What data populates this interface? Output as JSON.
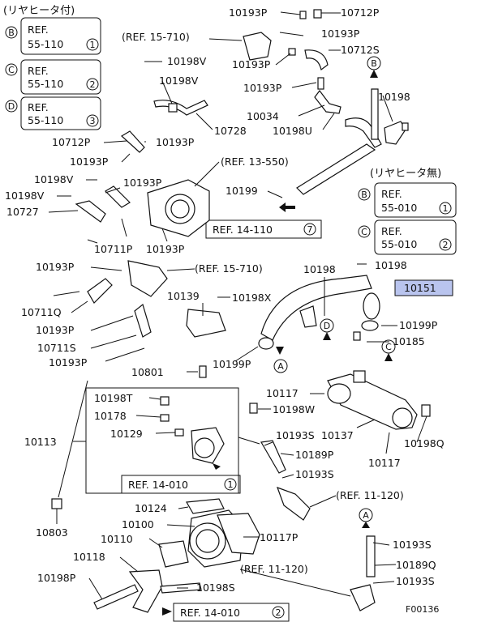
{
  "headers": [
    {
      "id": "rear-heater-with",
      "text": "(リヤヒータ付)"
    },
    {
      "id": "rear-heater-without",
      "text": "(リヤヒータ無)"
    }
  ],
  "ref_boxes": [
    {
      "id": "rb-b-110",
      "circle": "B",
      "line1": "REF.",
      "line2": "55-110",
      "num": "1"
    },
    {
      "id": "rb-c-110",
      "circle": "C",
      "line1": "REF.",
      "line2": "55-110",
      "num": "2"
    },
    {
      "id": "rb-d-110",
      "circle": "D",
      "line1": "REF.",
      "line2": "55-110",
      "num": "3"
    },
    {
      "id": "rb-b-010",
      "circle": "B",
      "line1": "REF.",
      "line2": "55-010",
      "num": "1"
    },
    {
      "id": "rb-c-010",
      "circle": "C",
      "line1": "REF.",
      "line2": "55-010",
      "num": "2"
    }
  ],
  "inline_refs": [
    {
      "id": "ref-14-110",
      "text": "REF. 14-110",
      "num": "7"
    },
    {
      "id": "ref-14-010-1",
      "text": "REF. 14-010",
      "num": "1"
    },
    {
      "id": "ref-14-010-2",
      "text": "REF. 14-010",
      "num": "2"
    }
  ],
  "paren_refs": [
    {
      "id": "pref-15-710-top",
      "text": "(REF. 15-710)"
    },
    {
      "id": "pref-13-550",
      "text": "(REF. 13-550)"
    },
    {
      "id": "pref-15-710-mid",
      "text": "(REF. 15-710)"
    },
    {
      "id": "pref-11-120-right",
      "text": "(REF. 11-120)"
    },
    {
      "id": "pref-11-120-bottom",
      "text": "(REF. 11-120)"
    }
  ],
  "part_labels": [
    "10193P",
    "10712P",
    "10193P",
    "10712S",
    "10198V",
    "10198V",
    "10193P",
    "10034",
    "10198U",
    "10198",
    "10728",
    "10712P",
    "10193P",
    "10193P",
    "10198V",
    "10193P",
    "10198V",
    "10727",
    "10199",
    "10711P",
    "10193P",
    "10193P",
    "10198",
    "10198",
    "10193P",
    "10711Q",
    "10193P",
    "10139",
    "10198X",
    "10199P",
    "10185",
    "10711S",
    "10193P",
    "10199P",
    "10801",
    "10117",
    "10198T",
    "10198W",
    "10178",
    "10129",
    "10193S",
    "10113",
    "10137",
    "10198Q",
    "10189P",
    "10117",
    "10193S",
    "10803",
    "10124",
    "10100",
    "10117P",
    "10110",
    "10193S",
    "10118",
    "10189Q",
    "10198P",
    "10198S",
    "10193S"
  ],
  "highlight_label": "10151",
  "circle_markers": [
    "A",
    "A",
    "B",
    "C",
    "D"
  ],
  "figure_id": "F00136"
}
